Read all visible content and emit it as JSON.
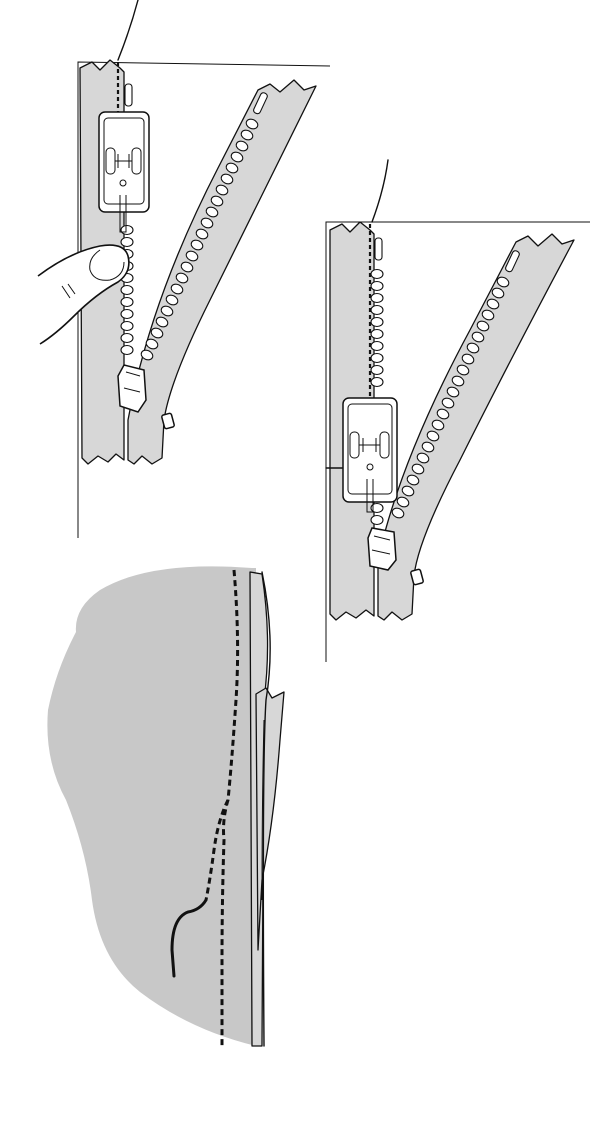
{
  "diagram": {
    "panels": [
      {
        "id": "panel-1",
        "subject": "zipper-foot-sewing-left-tape-with-finger-guide"
      },
      {
        "id": "panel-2",
        "subject": "zipper-foot-sewing-below-slider"
      },
      {
        "id": "panel-3",
        "subject": "fabric-stitched-along-zipper-edge"
      }
    ],
    "colors": {
      "tape": "#d7d7d7",
      "fabric": "#c8c8c8",
      "outline": "#111111",
      "background": "#ffffff"
    },
    "icons": [
      "presser-foot-icon",
      "zipper-slider-icon",
      "finger-icon",
      "needle-thread-icon"
    ]
  }
}
